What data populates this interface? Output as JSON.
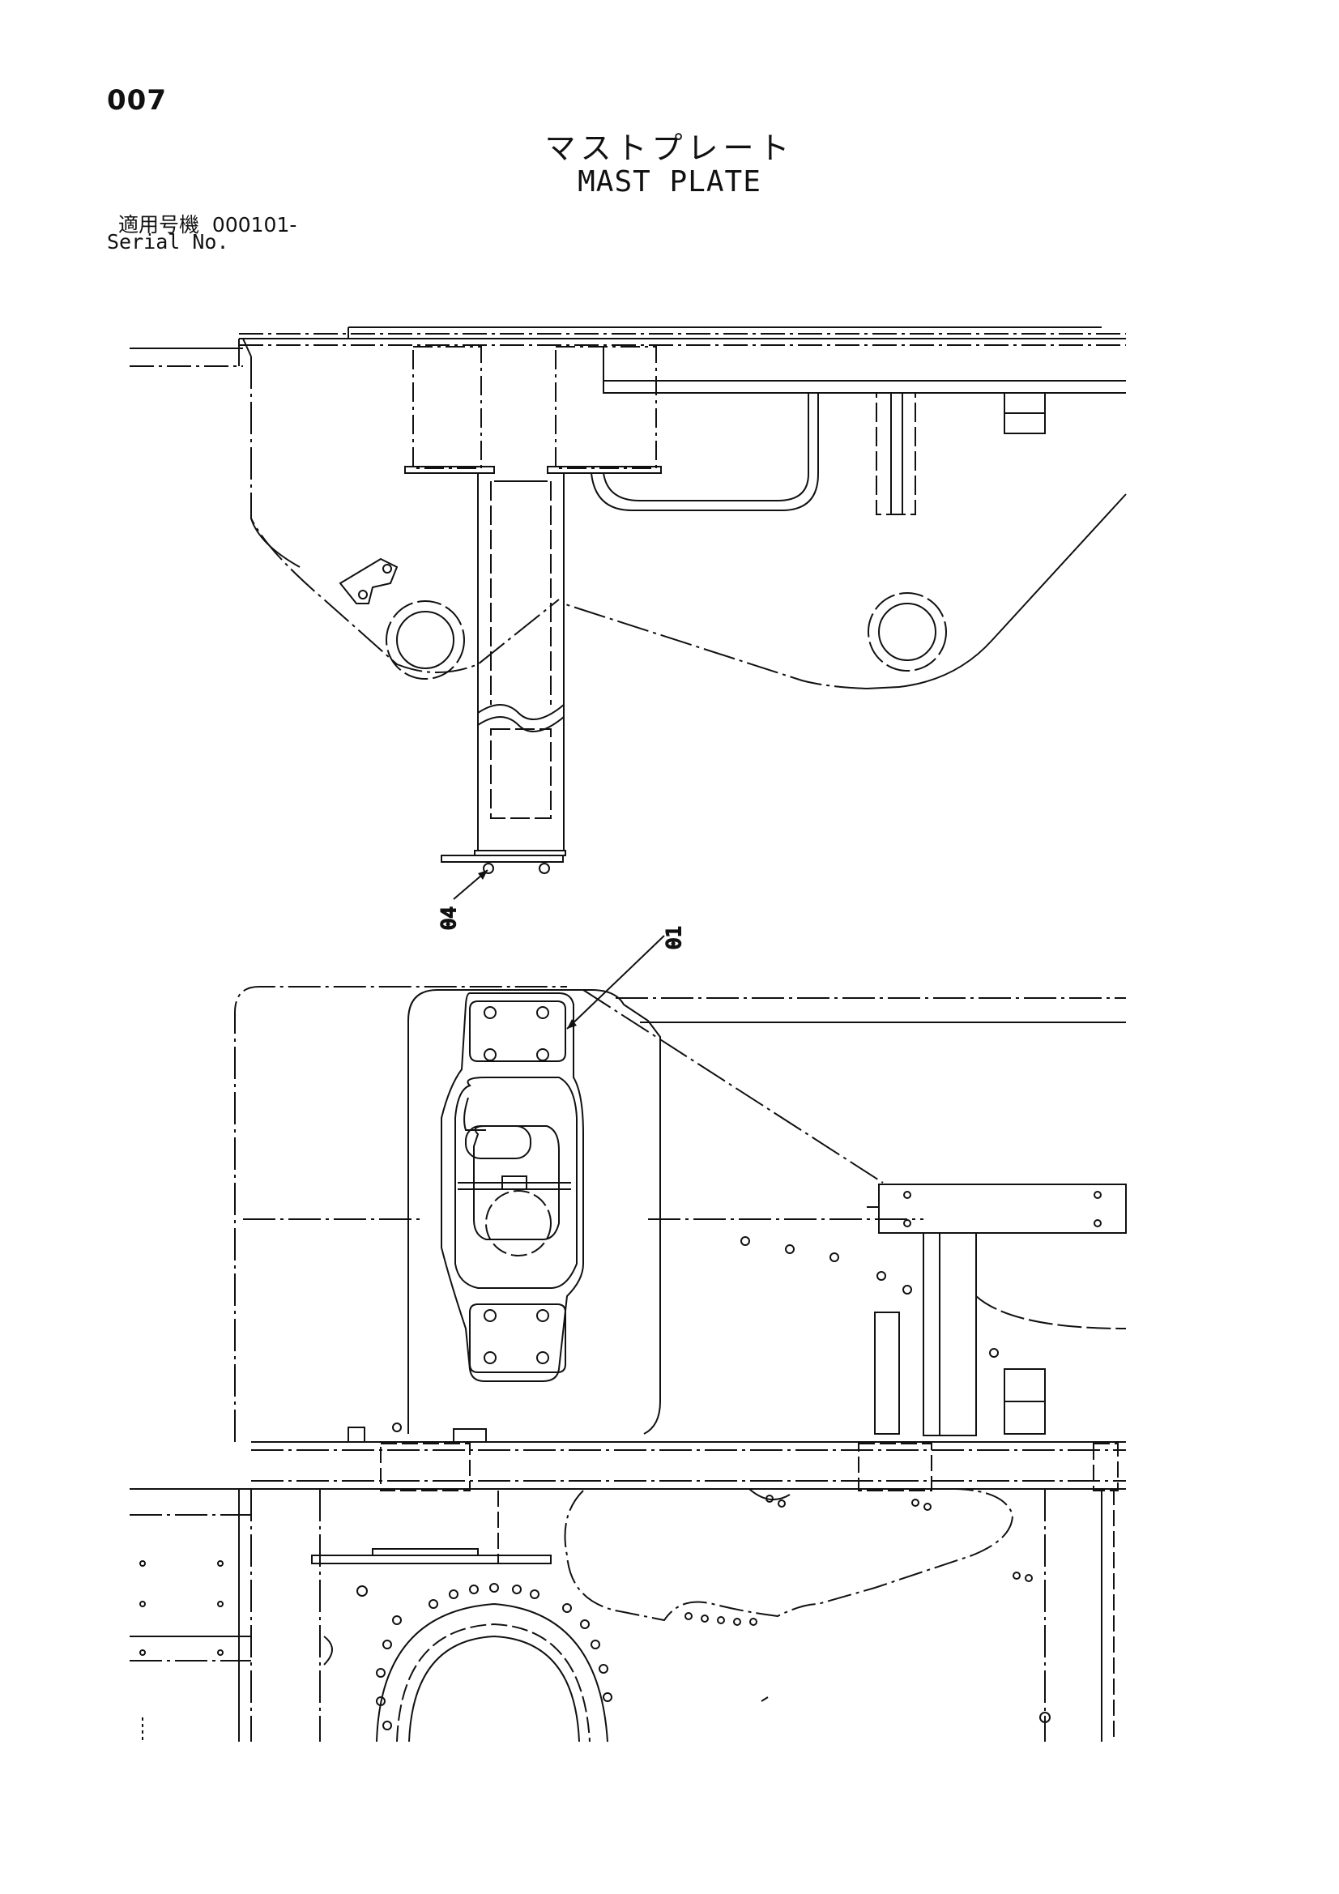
{
  "page": {
    "number": "007"
  },
  "title": {
    "japanese": "マストプレート",
    "english": "MAST PLATE"
  },
  "serial": {
    "label_japanese": "適用号機",
    "range": "000101-",
    "label_english": "Serial No."
  },
  "callouts": [
    {
      "id": "04",
      "label": "04"
    },
    {
      "id": "01",
      "label": "01"
    }
  ],
  "colors": {
    "ink": "#111111",
    "paper": "#ffffff"
  }
}
